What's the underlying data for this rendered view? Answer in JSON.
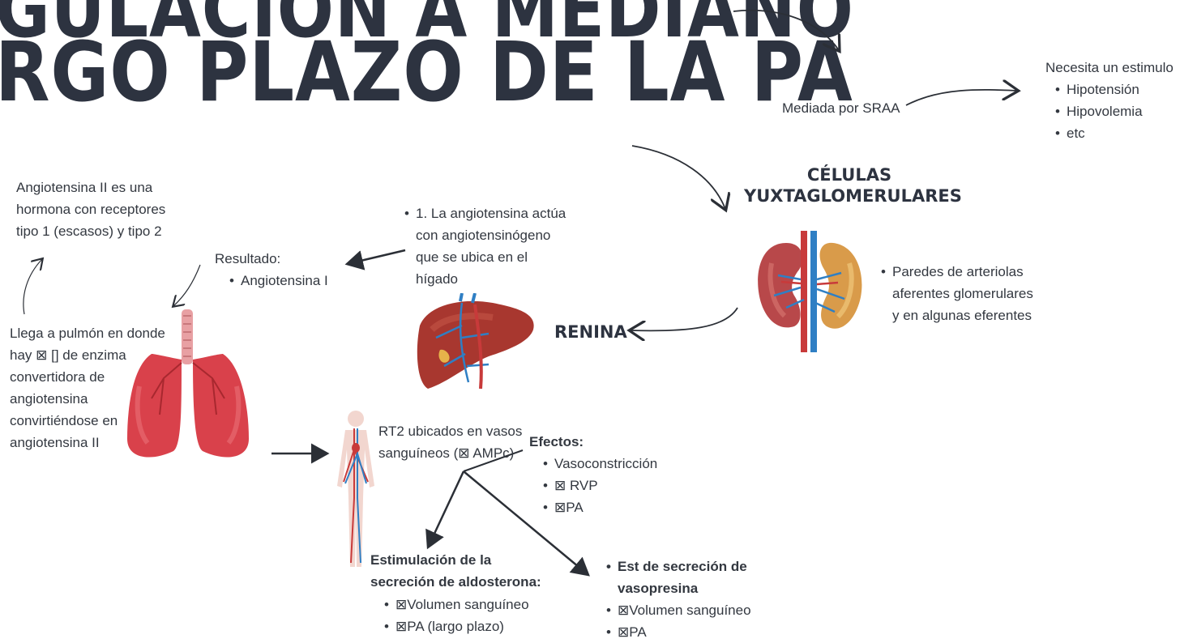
{
  "title": {
    "line1": "GULACIÓN A MEDIANO",
    "line2": "RGO PLAZO DE LA PA"
  },
  "sraa": {
    "mediated": "Mediada por SRAA",
    "needs": "Necesita un estimulo",
    "stimuli": [
      "Hipotensión",
      "Hipovolemia",
      "etc"
    ]
  },
  "cells": {
    "heading_line1": "CÉLULAS",
    "heading_line2": "YUXTAGLOMERULARES",
    "location": [
      "Paredes de arteriolas",
      "aferentes glomerulares",
      "y en algunas eferentes"
    ]
  },
  "renina": "RENINA",
  "liver_note": {
    "lines": [
      "1. La angiotensina actúa",
      "con angiotensinógeno",
      "que se ubica en el",
      "hígado"
    ]
  },
  "result": {
    "label": "Resultado:",
    "item": "Angiotensina I"
  },
  "angio2_note": [
    "Angiotensina II es una",
    "hormona con receptores",
    "tipo 1 (escasos) y tipo 2"
  ],
  "lung_note": [
    "Llega a pulmón en donde",
    "hay  ⊠ [] de enzima",
    "convertidora de",
    "angiotensina",
    "convirtiéndose en",
    "angiotensina II"
  ],
  "rt2_note": [
    "RT2 ubicados en vasos",
    "sanguíneos  (⊠ AMPc)"
  ],
  "effects": {
    "heading": "Efectos:",
    "items": [
      "Vasoconstricción",
      "⊠ RVP",
      "⊠PA"
    ]
  },
  "aldosterone": {
    "heading_line1": "Estimulación  de la",
    "heading_line2": "secreción de aldosterona:",
    "items": [
      "⊠Volumen sanguíneo",
      "⊠PA (largo plazo)"
    ]
  },
  "vasopressin": {
    "heading_line1": "Est de secreción de",
    "heading_line2": "vasopresina",
    "items": [
      "⊠Volumen sanguíneo",
      "⊠PA"
    ]
  },
  "colors": {
    "text": "#333840",
    "title": "#2d3340",
    "organ_red": "#d9414b",
    "liver_brown": "#a8372f",
    "vessel_blue": "#2f7fc4"
  }
}
